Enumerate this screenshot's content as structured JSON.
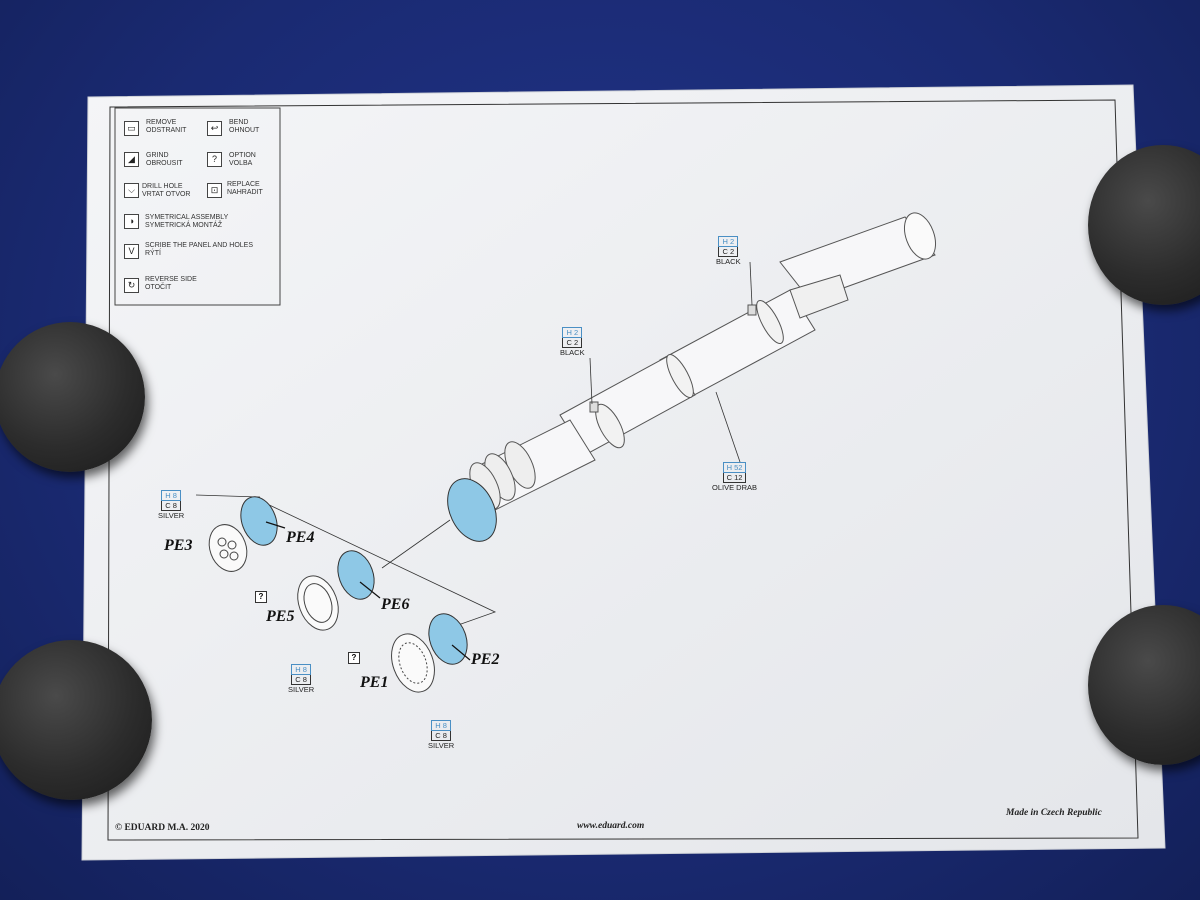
{
  "legend": {
    "remove": "REMOVE\nODSTRANIT",
    "bend": "BEND\nOHNOUT",
    "grind": "GRIND\nOBROUSIT",
    "option": "OPTION\nVOLBA",
    "drill": "DRILL HOLE\nVRTAT OTVOR",
    "replace": "REPLACE\nNAHRADIT",
    "symetrical": "SYMETRICAL ASSEMBLY\nSYMETRICKÁ MONTÁŽ",
    "scribe": "SCRIBE THE PANEL AND HOLES\nRÝTÍ",
    "reverse": "REVERSE SIDE\nOTOČIT"
  },
  "paints": {
    "black1": {
      "code": "H 2",
      "c": "C 2",
      "name": "BLACK"
    },
    "black2": {
      "code": "H 2",
      "c": "C 2",
      "name": "BLACK"
    },
    "olive": {
      "code": "H 52",
      "c": "C 12",
      "name": "OLIVE DRAB"
    },
    "silver1": {
      "code": "H 8",
      "c": "C 8",
      "name": "SILVER"
    },
    "silver2": {
      "code": "H 8",
      "c": "C 8",
      "name": "SILVER"
    },
    "silver3": {
      "code": "H 8",
      "c": "C 8",
      "name": "SILVER"
    }
  },
  "parts": {
    "pe1": "PE1",
    "pe2": "PE2",
    "pe3": "PE3",
    "pe4": "PE4",
    "pe5": "PE5",
    "pe6": "PE6"
  },
  "option_mark": "?",
  "footer": {
    "left": "© EDUARD  M.A. 2020",
    "center": "www.eduard.com",
    "right": "Made in Czech Republic"
  },
  "colors": {
    "background": "#1b2b78",
    "paper": "#f1f2f4",
    "part_blue": "#8ec8e6",
    "puck": "#2c2c2c"
  }
}
